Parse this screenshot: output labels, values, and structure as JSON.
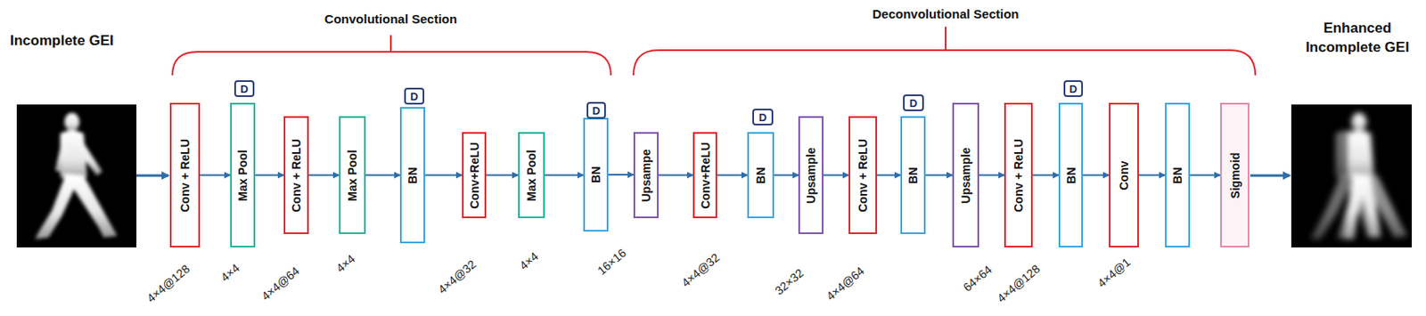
{
  "diagram": {
    "nodes": [
      {
        "text": [
          "Conv + ReLU"
        ]
      },
      {
        "text": [
          "Max Pool"
        ]
      },
      {
        "text": [
          "Conv + ReLU"
        ]
      },
      {
        "text": [
          "Max Pool"
        ]
      },
      {
        "text": [
          "BN"
        ]
      },
      {
        "text": [
          "Conv+ReLU"
        ]
      },
      {
        "text": [
          "Max Pool"
        ]
      },
      {
        "text": [
          "BN"
        ]
      },
      {
        "text": [
          "Upsampe"
        ]
      },
      {
        "text": [
          "Conv+ReLU"
        ]
      },
      {
        "text": [
          "BN"
        ]
      },
      {
        "text": [
          "Upsample"
        ]
      },
      {
        "text": [
          "Conv + ReLU"
        ]
      },
      {
        "text": [
          "BN"
        ]
      },
      {
        "text": [
          "Upsample"
        ]
      },
      {
        "text": [
          "Conv + ReLU"
        ]
      },
      {
        "text": [
          "BN"
        ]
      },
      {
        "text": [
          "Conv"
        ]
      },
      {
        "text": [
          "BN"
        ]
      },
      {
        "text": [
          "Sigmoid"
        ]
      },
      {
        "text": [
          "D"
        ]
      },
      {
        "text": [
          "D"
        ]
      },
      {
        "text": [
          "D"
        ]
      },
      {
        "text": [
          "D"
        ]
      },
      {
        "text": [
          "D"
        ]
      },
      {
        "text": [
          "D"
        ]
      }
    ],
    "edges": [
      {
        "from": 0,
        "to": 1,
        "arrow": "to"
      },
      {
        "from": 1,
        "to": 2,
        "arrow": "to"
      },
      {
        "from": 2,
        "to": 3,
        "arrow": "to"
      },
      {
        "from": 3,
        "to": 4,
        "arrow": "to"
      },
      {
        "from": 4,
        "to": 5,
        "arrow": "to"
      },
      {
        "from": 5,
        "to": 6,
        "arrow": "to"
      },
      {
        "from": 6,
        "to": 7,
        "arrow": "to"
      },
      {
        "from": 7,
        "to": 8,
        "arrow": "to"
      },
      {
        "from": 8,
        "to": 9,
        "arrow": "to"
      },
      {
        "from": 9,
        "to": 10,
        "arrow": "to"
      },
      {
        "from": 10,
        "to": 11,
        "arrow": "to"
      },
      {
        "from": 11,
        "to": 12,
        "arrow": "to"
      },
      {
        "from": 12,
        "to": 13,
        "arrow": "to"
      },
      {
        "from": 13,
        "to": 14,
        "arrow": "to"
      },
      {
        "from": 14,
        "to": 15,
        "arrow": "to"
      },
      {
        "from": 15,
        "to": 16,
        "arrow": "to"
      },
      {
        "from": 16,
        "to": 17,
        "arrow": "to"
      },
      {
        "from": 17,
        "to": 18,
        "arrow": "to"
      },
      {
        "from": 18,
        "to": 19,
        "arrow": "to"
      }
    ],
    "labels": [
      "Incomplete GEI",
      "Convolutional Section",
      "Deconvolutional Section",
      "Enhanced Incomplete GEI",
      "4×4@128",
      "4×4",
      "4×4@64",
      "4×4",
      "4×4@32",
      "4×4",
      "16×16",
      "4×4@32",
      "32×32",
      "4×4@64",
      "64×64",
      "4×4@128",
      "4×4@1"
    ]
  }
}
